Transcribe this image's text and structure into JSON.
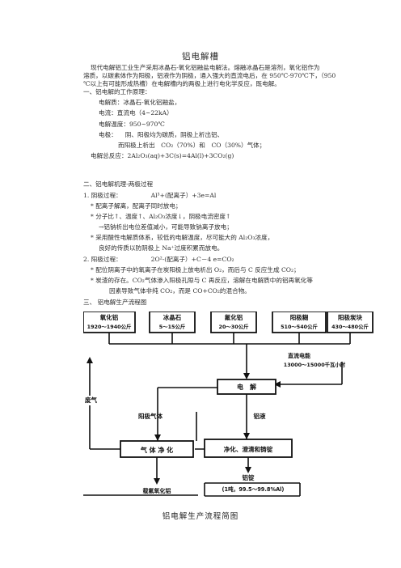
{
  "doc": {
    "title": "铝电解槽",
    "intro": [
      "现代电解铝工业生产采用冰晶石-氧化铝融盐电解法。熔融冰晶石是溶剂，氧化铝作为",
      "溶质，以碳素体作为阳极，铝液作为阴极，通入强大的直流电后，在 950℃-970℃下，（950",
      "℃以上有可能形成热槽）在电解槽内的两极上进行电化学反应，既电解。"
    ],
    "section1": {
      "heading": "一、铝电解的工作原理：",
      "electrolyte": "电解质：冰晶石-氧化铝融盐，",
      "current": "电流：直流电（4~22kA）",
      "temperature": "电解温度：950~970℃",
      "electrode_label": "电极：",
      "electrode_line1": "阴、阳极均为碳质，阴极上析出铝、",
      "electrode_line2": "而阳极上析出　CO₂（70%）和　CO（30%）气体；",
      "overall": "电解总反应：2Al₂O₃(aq)+3C(s)=4Al(l)+3CO₂(g)"
    },
    "section2": {
      "heading": "二、铝电解机理-两极过程",
      "cathode_label": "1. 阴极过程：",
      "cathode_eq": "Al³+(配离子）+3e=Al",
      "cathode_points": [
        "* 配离子解离，配离子同时放电；",
        "* 分子比↑、温度↑、Al₂O₃浓度↓，阴极电流密度↑",
        "→铝钠析出电位差值减小，可能导致钠离子放电；",
        "* 采用酸性电解质体系，较低的电解温度，尽可能大的 Al₂O₃浓度，",
        "良好的传质以防阴极上 Na⁺过度积累而放电。"
      ],
      "anode_label": "2. 阳极过程：",
      "anode_eq": "2O²-(配离子）+C－4 e=CO₂",
      "anode_points": [
        "* 配位阴离子中的氧离子在炭阳极上放电析出 O₂，而后与 C 反应生成 CO₂；",
        "* 炭渣的存在。CO₂气体渗入阳极孔隙与 C 再反应，溶解在电解质中的铝再氧化等",
        "因素导致气体非纯 CO₂，而是 CO+CO₂的混合物。"
      ]
    },
    "section3": {
      "heading": "三、 铝电解生产流程图"
    }
  },
  "flowchart": {
    "inputs": [
      {
        "name": "氧化铝",
        "qty": "1920～1940公斤"
      },
      {
        "name": "冰晶石",
        "qty": "5～15公斤"
      },
      {
        "name": "氟化铝",
        "qty": "20～30公斤"
      },
      {
        "name": "阳极糊",
        "qty": "510～540公斤"
      },
      {
        "name": "阳极炭块",
        "qty": "430～480公斤"
      }
    ],
    "dc_label": "直流电能",
    "dc_qty": "13000～15000千瓦小时",
    "electrolysis": "电　解",
    "waste_gas": "废气",
    "anode_gas": "阳极气体",
    "gas_purification": "气 体 净 化",
    "molten_al": "铝液",
    "refining": "净化、澄清和铸锭",
    "ingot": "铝锭",
    "ingot_qty": "(1吨，99.5～99.8%Al)",
    "recovered": "载氟氧化铝",
    "caption": "铝电解生产流程简图"
  }
}
